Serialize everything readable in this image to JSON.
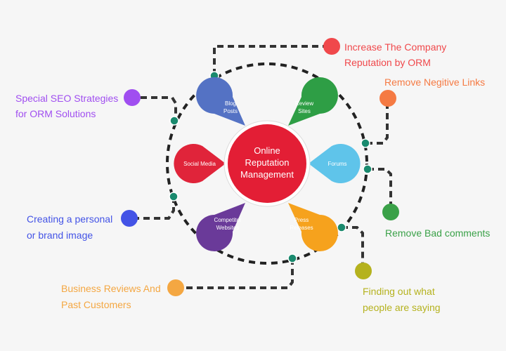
{
  "center": {
    "lines": [
      "Online",
      "Reputation",
      "Management"
    ],
    "color": "#e31e35"
  },
  "petals": [
    {
      "id": "blog-posts",
      "lines": [
        "Blog",
        "Posts"
      ],
      "color": "#5472c4"
    },
    {
      "id": "review-sites",
      "lines": [
        "Review",
        "Sites"
      ],
      "color": "#2e9e45"
    },
    {
      "id": "forums",
      "lines": [
        "Forums"
      ],
      "color": "#5fc4ea"
    },
    {
      "id": "press-releases",
      "lines": [
        "Press",
        "Releases"
      ],
      "color": "#f6a21d"
    },
    {
      "id": "competitor-websites",
      "lines": [
        "Competitor",
        "Websites"
      ],
      "color": "#6a3a99"
    },
    {
      "id": "social-media",
      "lines": [
        "Social Media"
      ],
      "color": "#e0243a"
    }
  ],
  "items": [
    {
      "id": "increase-reputation",
      "lines": [
        "Increase The Company",
        "Reputation by ORM"
      ],
      "color": "#f0484b"
    },
    {
      "id": "remove-negative-links",
      "lines": [
        "Remove Negitive Links"
      ],
      "color": "#f57a43"
    },
    {
      "id": "remove-bad-comments",
      "lines": [
        "Remove Bad comments"
      ],
      "color": "#3aa148"
    },
    {
      "id": "finding-out",
      "lines": [
        "Finding out what",
        "people are saying"
      ],
      "color": "#b5b21e"
    },
    {
      "id": "business-reviews",
      "lines": [
        "Business Reviews And",
        "Past Customers"
      ],
      "color": "#f4a742"
    },
    {
      "id": "personal-brand-image",
      "lines": [
        "Creating a personal",
        "or brand image"
      ],
      "color": "#4353e6"
    },
    {
      "id": "special-seo",
      "lines": [
        "Special SEO Strategies",
        "for ORM Solutions"
      ],
      "color": "#a04ef0"
    }
  ],
  "colors": {
    "ring": "#222222",
    "connector_node": "#1a8a6e",
    "background": "#f6f6f6"
  }
}
